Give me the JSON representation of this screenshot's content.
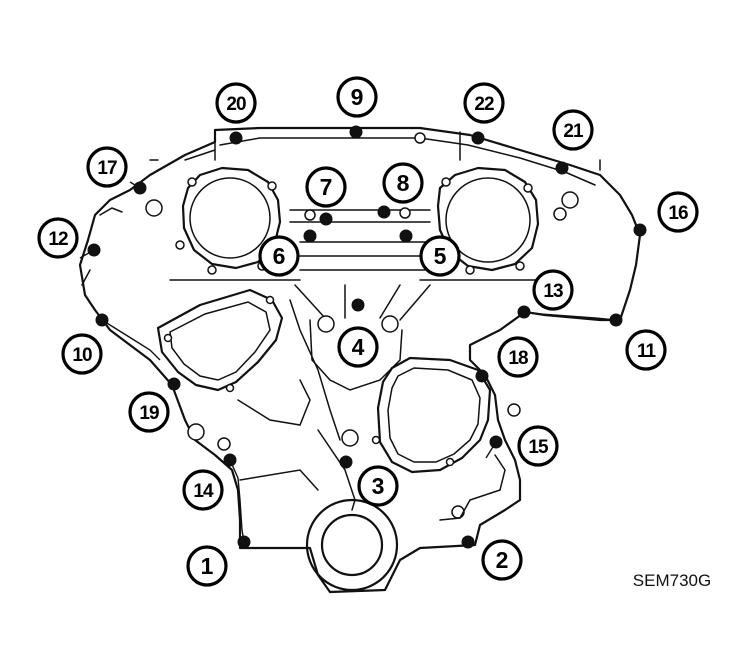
{
  "figure_code": "SEM730G",
  "callouts": [
    {
      "label": "1"
    },
    {
      "label": "2"
    },
    {
      "label": "3"
    },
    {
      "label": "4"
    },
    {
      "label": "5"
    },
    {
      "label": "6"
    },
    {
      "label": "7"
    },
    {
      "label": "8"
    },
    {
      "label": "9"
    },
    {
      "label": "10"
    },
    {
      "label": "11"
    },
    {
      "label": "12"
    },
    {
      "label": "13"
    },
    {
      "label": "14"
    },
    {
      "label": "15"
    },
    {
      "label": "16"
    },
    {
      "label": "17"
    },
    {
      "label": "18"
    },
    {
      "label": "19"
    },
    {
      "label": "20"
    },
    {
      "label": "21"
    },
    {
      "label": "22"
    }
  ],
  "colors": {
    "ink": "#111111",
    "background": "#ffffff"
  }
}
